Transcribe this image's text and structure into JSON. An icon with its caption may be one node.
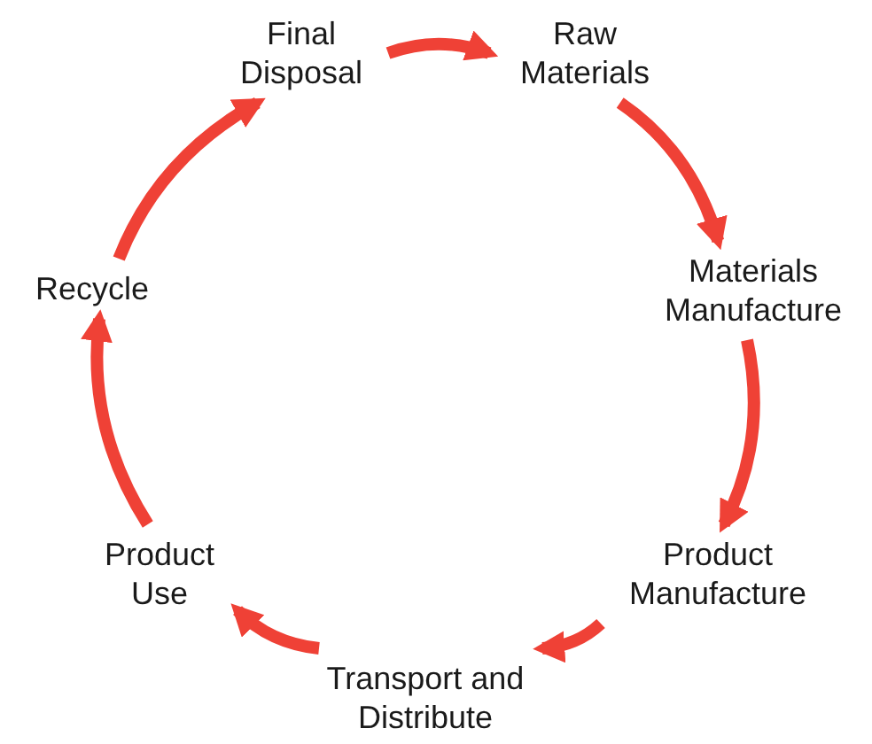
{
  "diagram": {
    "nodes": [
      {
        "text": [
          "Final Disposal"
        ]
      },
      {
        "text": [
          "Raw Materials"
        ]
      },
      {
        "text": [
          "Materials Manufacture"
        ]
      },
      {
        "text": [
          "Product Manufacture"
        ]
      },
      {
        "text": [
          "Transport and Distribute"
        ]
      },
      {
        "text": [
          "Product Use"
        ]
      },
      {
        "text": [
          "Recycle"
        ]
      }
    ],
    "edges": [
      {
        "from": 0,
        "to": 1,
        "arrow": "to"
      },
      {
        "from": 1,
        "to": 2,
        "arrow": "to"
      },
      {
        "from": 2,
        "to": 3,
        "arrow": "to"
      },
      {
        "from": 3,
        "to": 4,
        "arrow": "to"
      },
      {
        "from": 4,
        "to": 5,
        "arrow": "to"
      },
      {
        "from": 5,
        "to": 6,
        "arrow": "to"
      },
      {
        "from": 6,
        "to": 0,
        "arrow": "to"
      }
    ]
  }
}
